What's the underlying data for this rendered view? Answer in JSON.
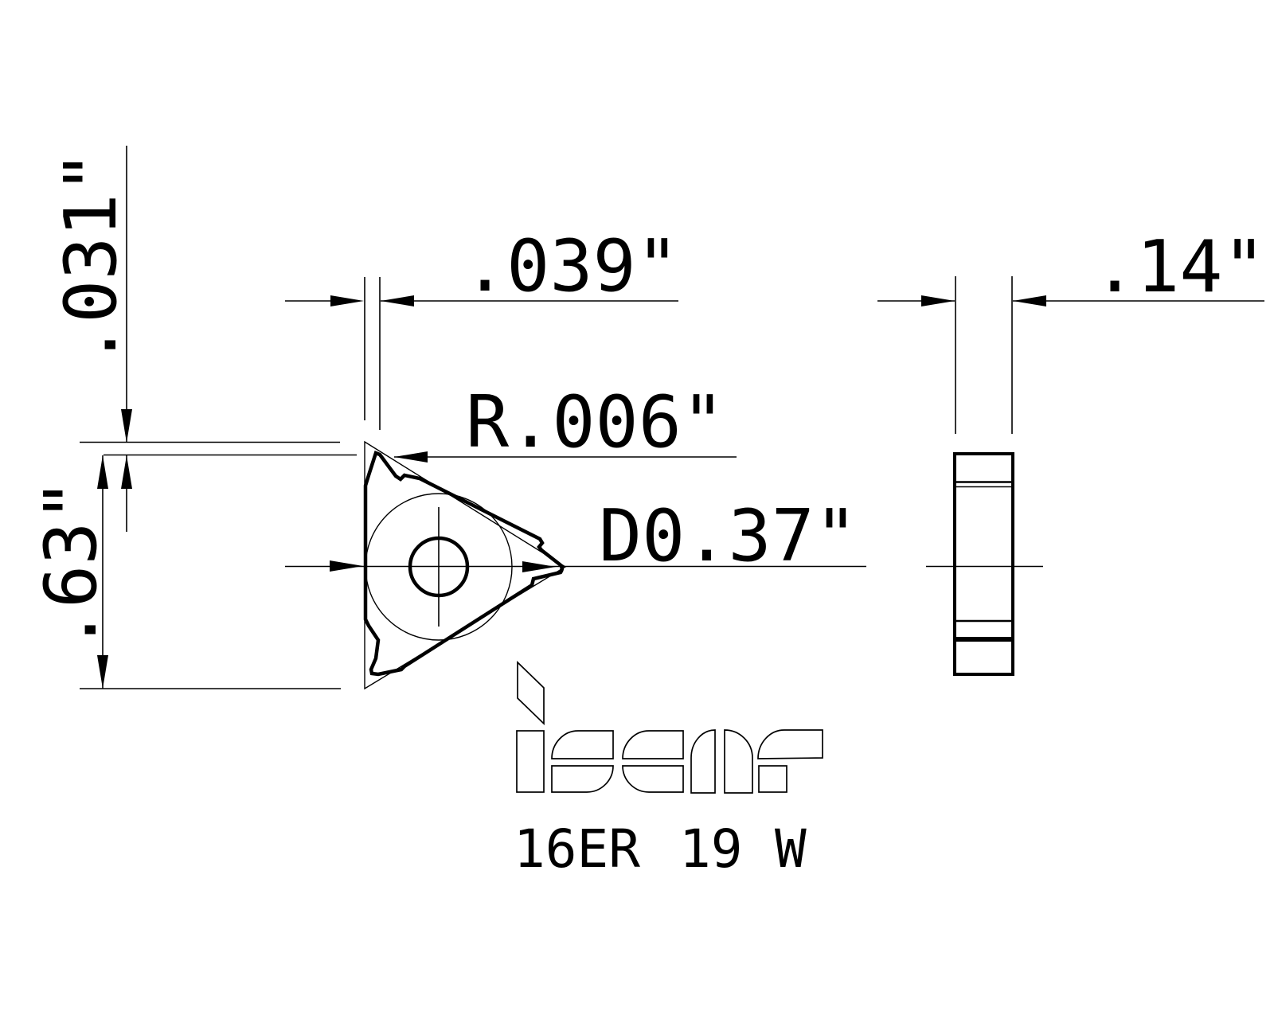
{
  "drawing": {
    "background": "#ffffff",
    "line_color": "#000000",
    "logo_text": "iscar",
    "designation": {
      "size": "16ER",
      "pitch": "19",
      "profile": "W"
    },
    "dimensions": {
      "tip_truncation": ".031\"",
      "crest_width": ".039\"",
      "corner_radius": "R.006\"",
      "inscribed_circle_diameter": "D0.37\"",
      "insert_height": ".63\"",
      "thickness": ".14\""
    }
  }
}
